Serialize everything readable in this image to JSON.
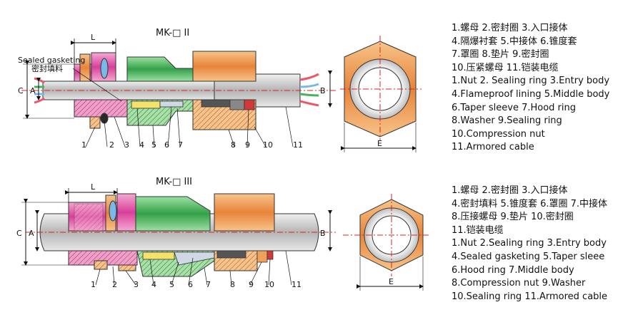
{
  "diagrams": [
    {
      "model": "MK-□ II",
      "dimensions": {
        "L": "L",
        "A": "A",
        "C": "C",
        "B": "B",
        "E": "E"
      },
      "callouts": [
        "Sealed gasketing",
        "密封填料"
      ],
      "part_numbers": [
        "1",
        "2",
        "3",
        "4",
        "5",
        "6",
        "7",
        "8",
        "9",
        "10",
        "11"
      ],
      "legend": [
        "1.螺母 2.密封圈 3.入口接体",
        "4.隔爆衬套 5.中接体 6.锥度套",
        "7.罩圈 8.垫片 9.密封圈",
        "10.压紧螺母 11.铠装电缆",
        "1.Nut 2. Sealing ring 3.Entry body",
        "4.Flameproof lining 5.Middle body",
        "6.Taper sleeve 7.Hood ring",
        "8.Washer 9.Sealing ring",
        "10.Compression nut",
        "11.Armored cable"
      ]
    },
    {
      "model": "MK-□ III",
      "dimensions": {
        "L": "L",
        "A": "A",
        "C": "C",
        "B": "B",
        "E": "E"
      },
      "part_numbers": [
        "1",
        "2",
        "3",
        "4",
        "5",
        "6",
        "7",
        "8",
        "9",
        "10",
        "11"
      ],
      "legend": [
        "1.螺母 2.密封圈 3.入口接体",
        "4.密封填料 5.锥度套 6.罩圈 7.中接体",
        "8.压接螺母 9.垫片 10.密封圈",
        "11.铠装电缆",
        "1.Nut 2.Sealing ring 3.Entry body",
        "4.Sealed gasketing 5.Taper sleee",
        "6.Hood ring 7.Middle body",
        "8.Compression nut 9.Washer",
        "10.Sealing ring 11.Armored cable"
      ]
    }
  ],
  "colors": {
    "orange": "#f0a05a",
    "pink": "#e85aa8",
    "green": "#46b45a",
    "gray": "#c8c8c8",
    "cable_blue": "#7ab8e8",
    "cable_red": "#e85a6a",
    "centerline": "#e02020"
  }
}
